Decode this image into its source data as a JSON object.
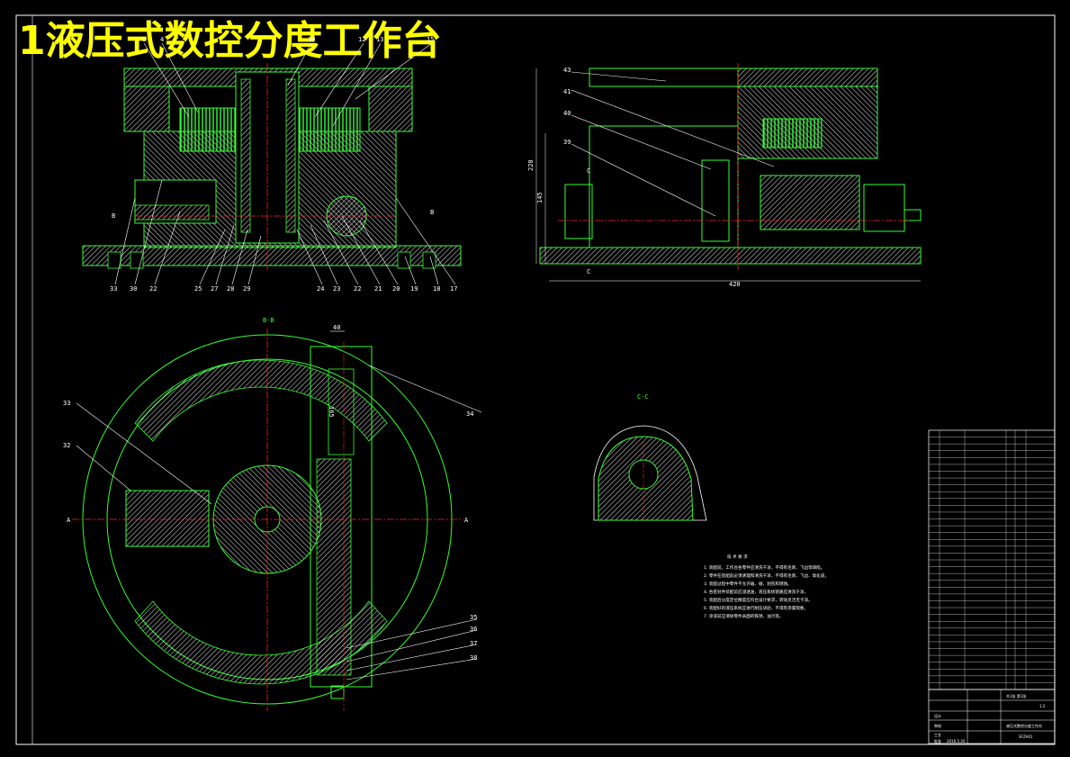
{
  "title": "1液压式数控分度工作台",
  "colors": {
    "background": "#000000",
    "frame": "#ffffff",
    "outline": "#33ff33",
    "title": "#ffff00",
    "center_line": "#ff2020",
    "hatch": "#ffffff"
  },
  "views": {
    "front_section": {
      "labels_top": [
        "8",
        "4",
        "30",
        "12",
        "13",
        "15"
      ],
      "labels_bottom": [
        "33",
        "30",
        "22",
        "25",
        "27",
        "28",
        "29",
        "24",
        "23",
        "22",
        "21",
        "20",
        "19",
        "18",
        "17"
      ],
      "section_mark_left": "B",
      "section_mark_right": "B"
    },
    "side_view": {
      "labels": [
        "43",
        "41",
        "40",
        "39"
      ],
      "section_mark_top": "C",
      "section_mark_bottom": "C",
      "dim_overall_height": "220",
      "dim_height": "145",
      "dim_width": "420"
    },
    "plan_section": {
      "title": "B-B",
      "dim_top": "40",
      "dim_slot": "165",
      "labels": [
        "34",
        "33",
        "32",
        "35",
        "36",
        "37",
        "38"
      ],
      "section_mark_left": "A",
      "section_mark_right": "A"
    },
    "detail_view": {
      "title": "C-C"
    }
  },
  "notes": {
    "heading": "技 术 要 求",
    "items": [
      "1. 装配前，工作台各零件应清洗干净，不得有毛刺、飞边等缺陷。",
      "2. 零件在装配前必须清理和清洗干净，不得有毛刺、飞边、氧化皮。",
      "3. 装配过程中零件不允许磕、碰、划伤和锈蚀。",
      "4. 各密封件装配前应浸透油，液压系统管路应清洗干净。",
      "5. 装配后分度定位精度应符合设计要求，转动灵活无卡滞。",
      "6. 装配好的液压系统应进行耐压试验，不得有渗漏现象。",
      "7. 涂漆前应清除零件表面的铁锈、油污等。"
    ]
  },
  "title_block": {
    "drawing_name": "液压式数控分度工作台",
    "drawing_number": "SFZA01",
    "scale": "1:2",
    "sheet": "共1张 第1张",
    "rows": [
      "设计",
      "审核",
      "工艺",
      "批准"
    ],
    "date": "2016.5.20"
  }
}
